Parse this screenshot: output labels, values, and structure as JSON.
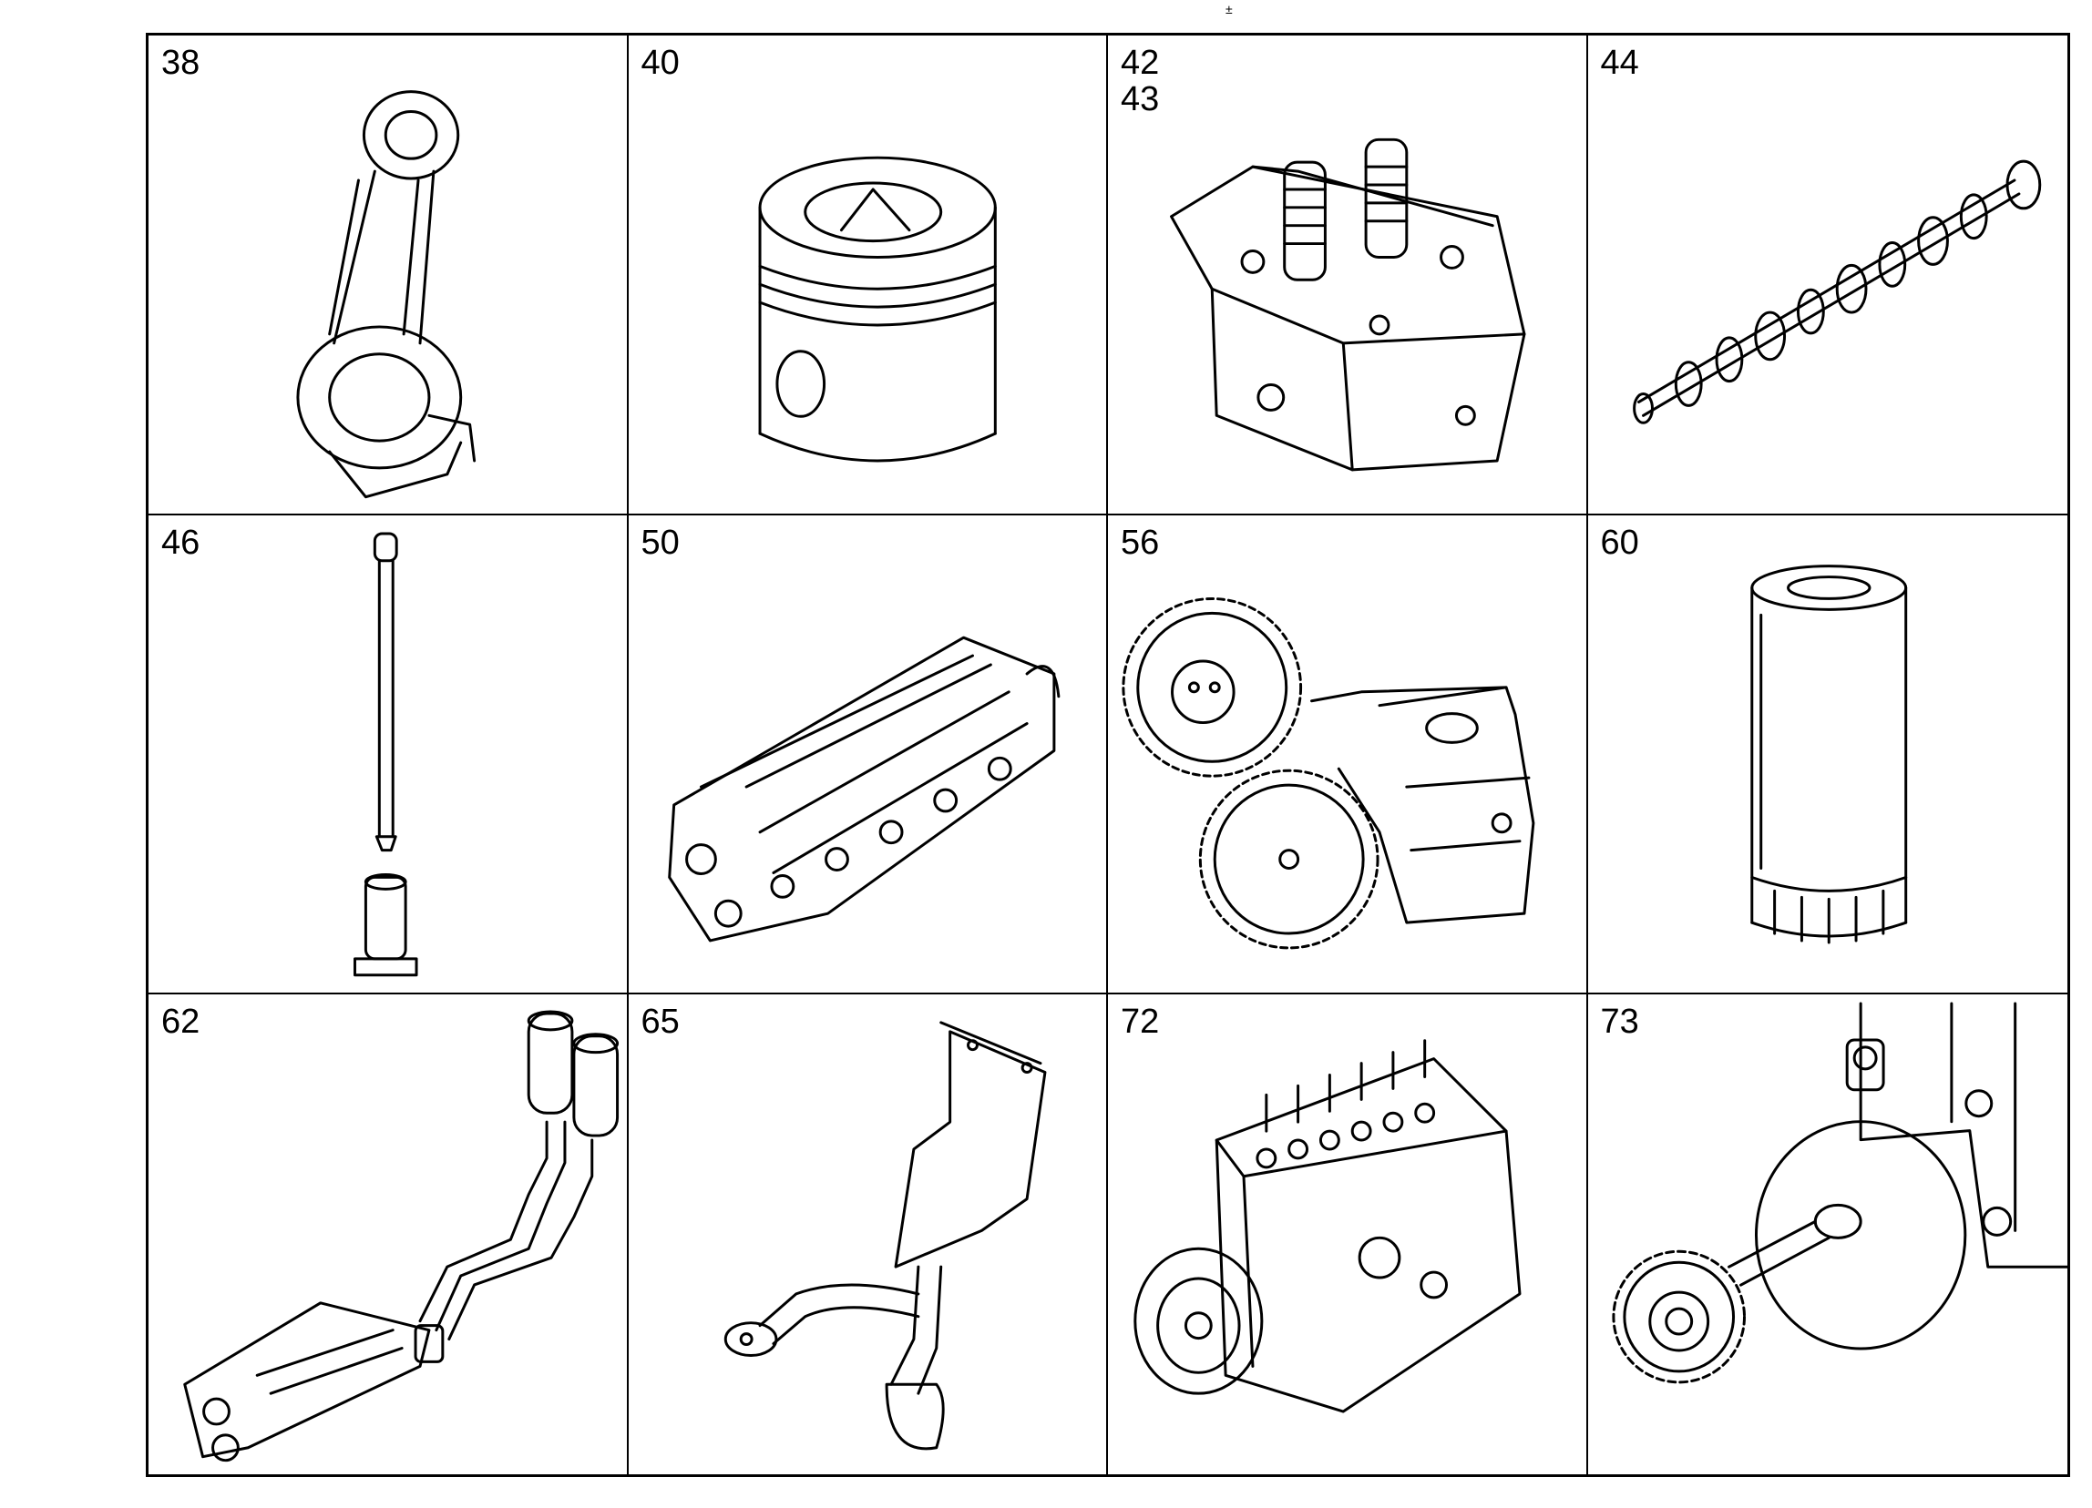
{
  "top_mark": "±",
  "parts": [
    {
      "label": "38",
      "icon": "connecting-rod"
    },
    {
      "label": "40",
      "icon": "piston"
    },
    {
      "label": "42\n43",
      "icon": "cylinder-head"
    },
    {
      "label": "44",
      "icon": "camshaft"
    },
    {
      "label": "46",
      "icon": "push-rod-and-tappet"
    },
    {
      "label": "50",
      "icon": "oil-cooler"
    },
    {
      "label": "56",
      "icon": "oil-pump-with-gears"
    },
    {
      "label": "60",
      "icon": "oil-filter"
    },
    {
      "label": "62",
      "icon": "oil-filter-lines"
    },
    {
      "label": "65",
      "icon": "oil-suction-pipe"
    },
    {
      "label": "72",
      "icon": "injection-pump"
    },
    {
      "label": "73",
      "icon": "injection-pump-gear"
    }
  ]
}
